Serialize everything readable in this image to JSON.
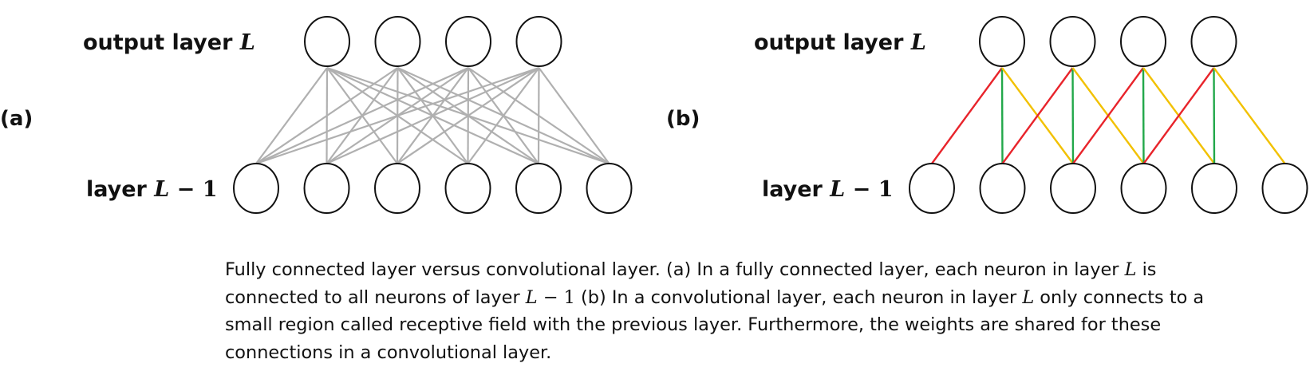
{
  "panel_a": {
    "tag": "(a)",
    "top_label_text": "output layer ",
    "top_label_var": "L",
    "bottom_label_text": "layer ",
    "bottom_label_var": "L",
    "bottom_label_op": " − 1",
    "upper_neurons": 4,
    "lower_neurons": 6,
    "connection": "full",
    "edge_color": "#b0b0b0"
  },
  "panel_b": {
    "tag": "(b)",
    "top_label_text": "output layer ",
    "top_label_var": "L",
    "bottom_label_text": "layer ",
    "bottom_label_var": "L",
    "bottom_label_op": " − 1",
    "upper_neurons": 4,
    "lower_neurons": 6,
    "connection": "receptive-field-3",
    "edge_colors": [
      "#e8242b",
      "#22a84a",
      "#f2c100"
    ]
  },
  "caption": {
    "line1_a": "Fully connected layer versus convolutional layer. (a) In a fully connected layer, each neuron in layer ",
    "line1_var": "L",
    "line1_b": " is",
    "line2_a": "connected to all neurons of layer ",
    "line2_var": "L",
    "line2_op": " − 1",
    "line2_b": " (b) In a convolutional layer, each neuron in layer ",
    "line2_var2": "L",
    "line2_c": " only connects to  a",
    "line3": "small region called receptive field with the previous layer. Furthermore, the weights are shared for these",
    "line4": "connections in a convolutional layer."
  }
}
